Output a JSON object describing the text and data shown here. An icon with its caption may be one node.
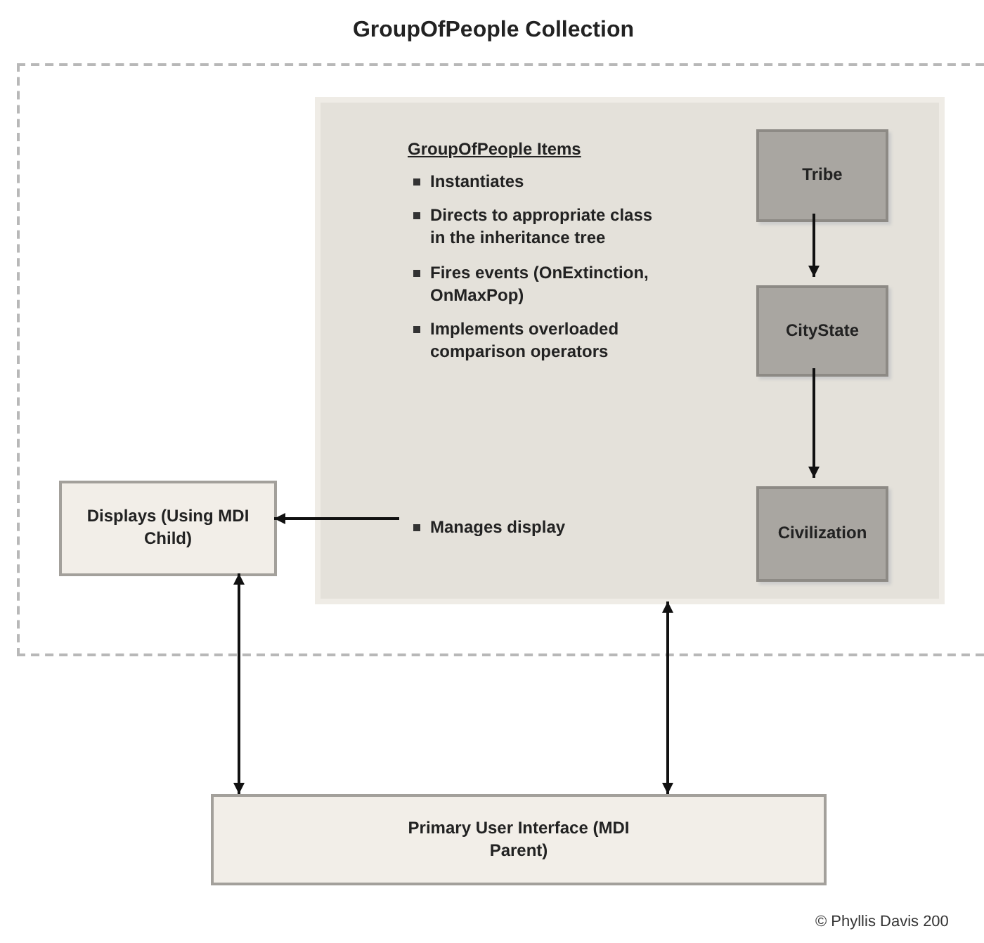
{
  "diagram": {
    "nodes": [
      {
        "text": [
          "GroupOfPeople Collection"
        ]
      },
      {
        "text": [
          "GroupOfPeople Items",
          "Instantiates",
          "Directs to appropriate class in the inheritance tree",
          "Fires events (OnExtinction, OnMaxPop)",
          "Implements overloaded comparison operators"
        ],
        "in": 0
      },
      {
        "text": [
          "Manages display"
        ],
        "in": 1
      },
      {
        "text": [
          "Tribe"
        ],
        "in": 1
      },
      {
        "text": [
          "CityState"
        ],
        "in": 1
      },
      {
        "text": [
          "Civilization"
        ],
        "in": 1
      },
      {
        "text": [
          "Displays (Using MDI Child)"
        ],
        "in": 0
      },
      {
        "text": [
          "Primary User Interface (MDI Parent)"
        ]
      }
    ],
    "edges": [
      {
        "from": 3,
        "to": 4,
        "arrow": "to"
      },
      {
        "from": 4,
        "to": 5,
        "arrow": "to"
      },
      {
        "from": 2,
        "to": 6,
        "arrow": "to"
      },
      {
        "from": 6,
        "to": 7,
        "arrow": "both"
      },
      {
        "from": 1,
        "to": 7,
        "arrow": "both"
      }
    ],
    "labels": [
      "© Phyllis Davis 200"
    ]
  }
}
